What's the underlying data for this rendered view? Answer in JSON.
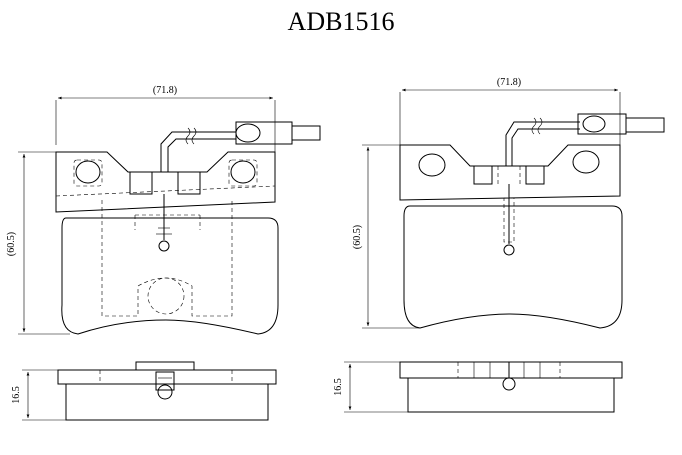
{
  "title": "ADB1516",
  "left_view": {
    "width_label": "(71.8)",
    "height_label": "(60.5)",
    "thickness_label": "16.5"
  },
  "right_view": {
    "width_label": "(71.8)",
    "height_label": "(60.5)",
    "thickness_label": "16.5"
  }
}
